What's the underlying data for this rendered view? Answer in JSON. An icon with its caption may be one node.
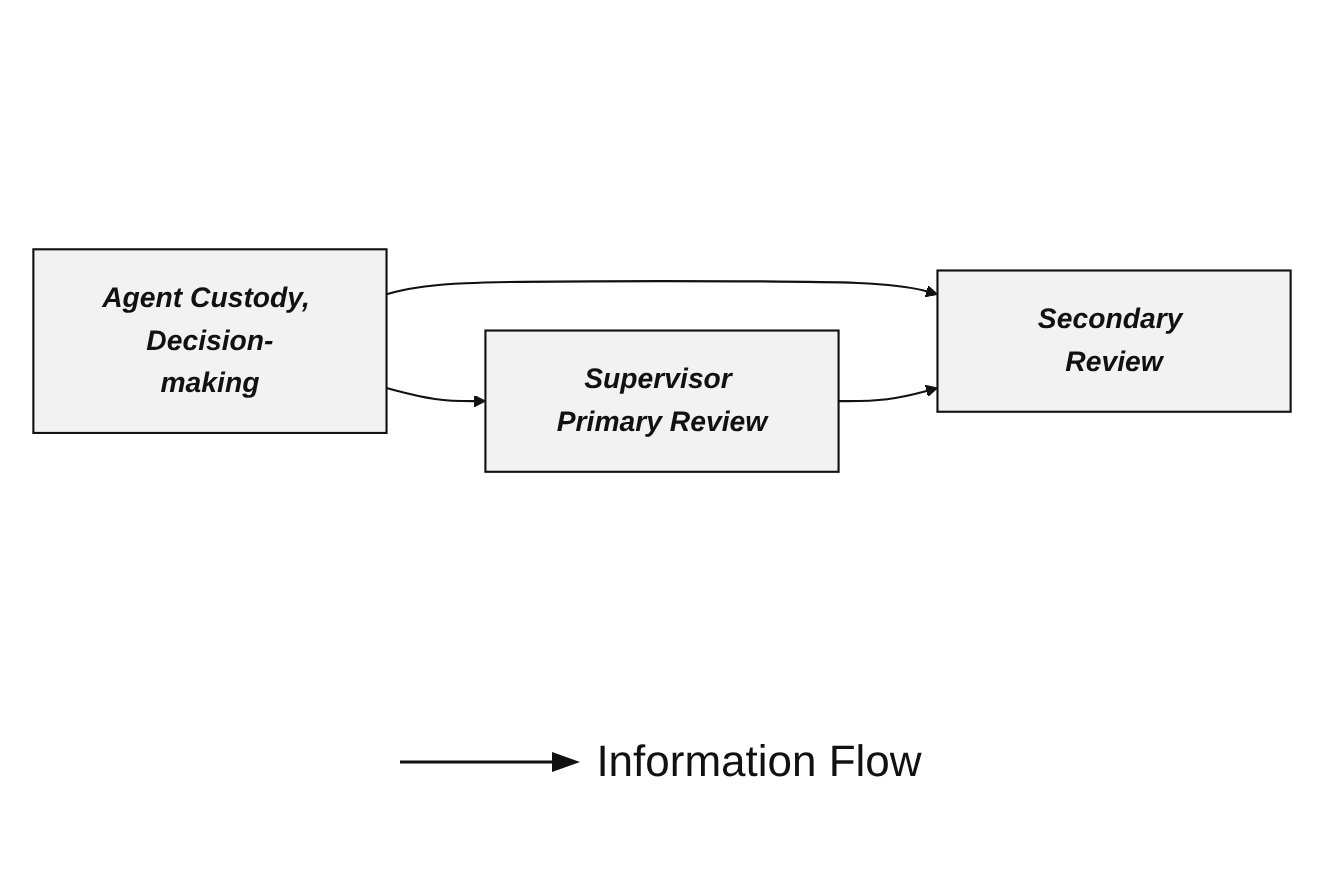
{
  "diagram": {
    "nodes": [
      {
        "text": [
          "Agent Custody, Decision-making"
        ]
      },
      {
        "text": [
          "Supervisor Primary Review"
        ]
      },
      {
        "text": [
          "Secondary Review"
        ]
      }
    ],
    "edges": [
      {
        "from": 0,
        "to": 1,
        "arrow": "to"
      },
      {
        "from": 0,
        "to": 2,
        "arrow": "to"
      },
      {
        "from": 1,
        "to": 2,
        "arrow": "to"
      }
    ],
    "legend": [
      {
        "text": "Information Flow"
      }
    ]
  }
}
